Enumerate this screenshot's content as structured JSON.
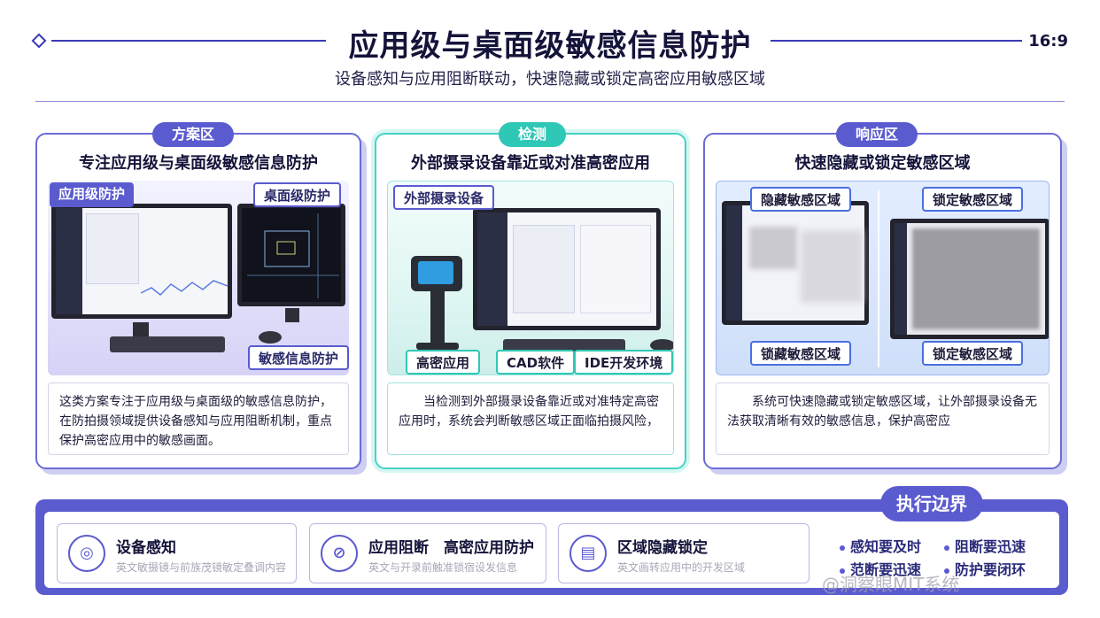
{
  "header": {
    "title": "应用级与桌面级敏感信息防护",
    "ratio": "16:9",
    "subtitle": "设备感知与应用阻断联动，快速隐藏或锁定高密应用敏感区域"
  },
  "panels": [
    {
      "tag": "方案区",
      "heading": "专注应用级与桌面级敏感信息防护",
      "labels": [
        "应用级防护",
        "桌面级防护",
        "敏感信息防护"
      ],
      "description": "这类方案专注于应用级与桌面级的敏感信息防护，在防拍摄领域提供设备感知与应用阻断机制，重点保护高密应用中的敏感画面。"
    },
    {
      "tag": "检测",
      "heading": "外部摄录设备靠近或对准高密应用",
      "labels": [
        "外部摄录设备",
        "高密应用",
        "CAD软件",
        "IDE开发环境"
      ],
      "description": "当检测到外部摄录设备靠近或对准特定高密应用时，系统会判断敏感区域正面临拍摄风险，"
    },
    {
      "tag": "响应区",
      "heading": "快速隐藏或锁定敏感区域",
      "labels": [
        "隐藏敏感区域",
        "锁定敏感区域",
        "锁藏敏感区域",
        "锁定敏感区域"
      ],
      "description": "系统可快速隐藏或锁定敏感区域，让外部摄录设备无法获取清晰有效的敏感信息，保护高密应"
    }
  ],
  "bottom": {
    "cards": [
      {
        "title": "设备感知",
        "subtitle": "英文敏摄镜与前族茂镜敏定叠调内容",
        "icon": "device-sense-icon",
        "glyph": "◎"
      },
      {
        "title": "应用阻断　高密应用防护",
        "subtitle": "英文与开录前触准锁宿设发信息",
        "icon": "app-block-icon",
        "glyph": "⊘"
      },
      {
        "title": "区域隐藏锁定",
        "subtitle": "英文画转应用中的开发区域",
        "icon": "region-lock-icon",
        "glyph": "▤"
      }
    ],
    "boundary_tag": "执行边界",
    "boundary_items": [
      "感知要及时",
      "阻断要迅速",
      "范断要迅速",
      "防护要闭环"
    ]
  },
  "watermark": "@洞察眼MIT系统",
  "colors": {
    "accent": "#5b5bd0",
    "teal": "#2fc7b5",
    "line": "#3a3ab8"
  }
}
